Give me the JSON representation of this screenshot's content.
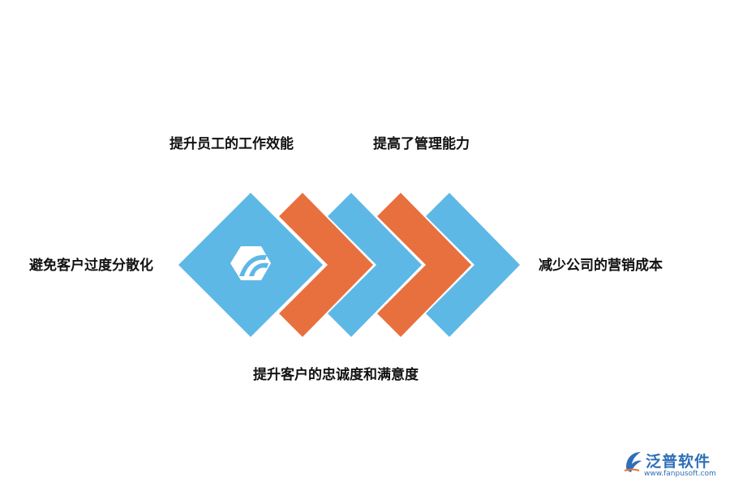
{
  "labels": {
    "top_left": "提升员工的工作效能",
    "top_right": "提高了管理能力",
    "left": "避免客户过度分散化",
    "right": "减少公司的营销成本",
    "bottom": "提升客户的忠诚度和满意度"
  },
  "colors": {
    "blue": "#5eb8e6",
    "orange": "#e8703e",
    "text": "#111111"
  },
  "icons": {
    "center": "brand-logo-icon"
  },
  "watermark": {
    "brand": "泛普软件",
    "url": "www.fanpusoft.com"
  }
}
